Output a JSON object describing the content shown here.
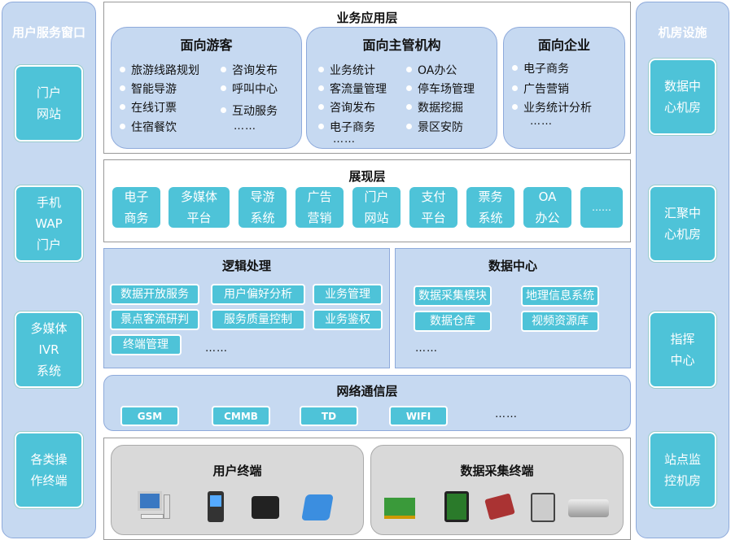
{
  "left": {
    "title": "用户服务窗口",
    "items": [
      "门户\n网站",
      "手机\nWAP\n门户",
      "多媒体\nIVR\n系统",
      "各类操\n作终端"
    ]
  },
  "right": {
    "title": "机房设施",
    "items": [
      "数据中\n心机房",
      "汇聚中\n心机房",
      "指挥\n中心",
      "站点监\n控机房"
    ]
  },
  "business": {
    "title": "业务应用层",
    "tourist": {
      "title": "面向游客",
      "col1": [
        "旅游线路规划",
        "智能导游",
        "在线订票",
        "住宿餐饮"
      ],
      "col2": [
        "咨询发布",
        "呼叫中心",
        "互动服务"
      ],
      "more": "……"
    },
    "authority": {
      "title": "面向主管机构",
      "col1": [
        "业务统计",
        "客流量管理",
        "咨询发布",
        "电子商务"
      ],
      "col2": [
        "OA办公",
        "停车场管理",
        "数据挖掘",
        "景区安防"
      ],
      "more": "……"
    },
    "enterprise": {
      "title": "面向企业",
      "items": [
        "电子商务",
        "广告营销",
        "业务统计分析"
      ],
      "more": "……"
    }
  },
  "presentation": {
    "title": "展现层",
    "items": [
      "电子\n商务",
      "多媒体\n平台",
      "导游\n系统",
      "广告\n营销",
      "门户\n网站",
      "支付\n平台",
      "票务\n系统",
      "OA\n办公",
      "……"
    ]
  },
  "logic": {
    "title": "逻辑处理",
    "items": [
      "数据开放服务",
      "用户偏好分析",
      "业务管理",
      "景点客流研判",
      "服务质量控制",
      "业务鉴权",
      "终端管理"
    ],
    "more": "……"
  },
  "datacenter": {
    "title": "数据中心",
    "items": [
      "数据采集模块",
      "地理信息系统",
      "数据仓库",
      "视频资源库"
    ],
    "more": "……"
  },
  "network": {
    "title": "网络通信层",
    "items": [
      "GSM",
      "CMMB",
      "TD",
      "WIFI"
    ],
    "more": "……"
  },
  "terminals": {
    "user": {
      "title": "用户终端",
      "icons": [
        "desktop-computer-icon",
        "pda-phone-icon",
        "desk-telephone-icon",
        "kiosk-icon"
      ]
    },
    "collect": {
      "title": "数据采集终端",
      "icons": [
        "network-card-icon",
        "rfid-reader-icon",
        "card-reader-icon",
        "pos-terminal-icon",
        "camera-icon"
      ]
    }
  }
}
